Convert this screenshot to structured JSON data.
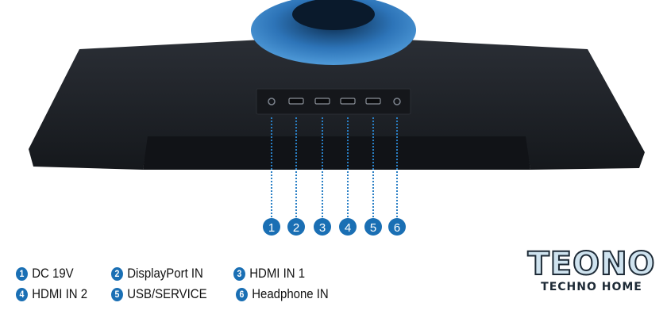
{
  "ports": [
    {
      "number": "1",
      "label": "DC 19V"
    },
    {
      "number": "2",
      "label": "DisplayPort IN"
    },
    {
      "number": "3",
      "label": "HDMI IN 1"
    },
    {
      "number": "4",
      "label": "HDMI IN 2"
    },
    {
      "number": "5",
      "label": "USB/SERVICE"
    },
    {
      "number": "6",
      "label": "Headphone IN"
    }
  ],
  "logo": {
    "main": "TEONO",
    "sub": "TECHNO HOME"
  },
  "colors": {
    "accent": "#1a6fb4",
    "body": "#1e2228",
    "ring": "#2d74b8"
  }
}
